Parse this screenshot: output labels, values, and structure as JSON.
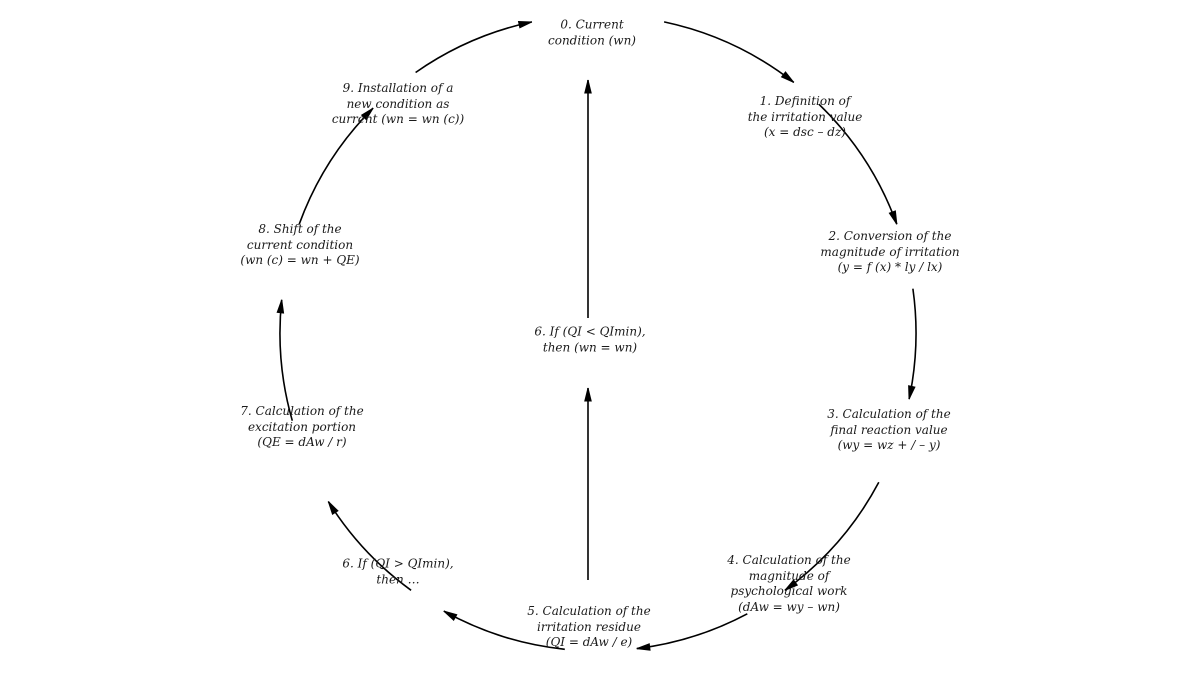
{
  "diagram": {
    "nodes": [
      {
        "id": "n0",
        "lines": [
          "0. Current",
          "condition (wn)"
        ]
      },
      {
        "id": "n1",
        "lines": [
          "1. Definition of",
          "the irritation value",
          "(x = dsc – dz)"
        ]
      },
      {
        "id": "n2",
        "lines": [
          "2. Conversion of the",
          "magnitude of irritation",
          "(y = f (x) * ly / lx)"
        ]
      },
      {
        "id": "n3",
        "lines": [
          "3. Calculation of the",
          "final reaction value",
          "(wy = wz + / – y)"
        ]
      },
      {
        "id": "n4",
        "lines": [
          "4. Calculation of the",
          "magnitude of",
          "psychological work",
          "(dAw = wy – wn)"
        ]
      },
      {
        "id": "n5",
        "lines": [
          "5. Calculation of the",
          "irritation residue",
          "(QI = dAw / e)"
        ]
      },
      {
        "id": "n6a",
        "lines": [
          "6. If (QI > QImin),",
          "then …"
        ]
      },
      {
        "id": "n7",
        "lines": [
          "7. Calculation of the",
          "excitation portion",
          "(QE = dAw / r)"
        ]
      },
      {
        "id": "n8",
        "lines": [
          "8. Shift of the",
          "current condition",
          "(wn (c) = wn + QE)"
        ]
      },
      {
        "id": "n9",
        "lines": [
          "9. Installation of a",
          "new condition as",
          "current (wn = wn (c))"
        ]
      },
      {
        "id": "n6b",
        "lines": [
          "6. If (QI < QImin),",
          "then (wn = wn)"
        ]
      }
    ]
  }
}
